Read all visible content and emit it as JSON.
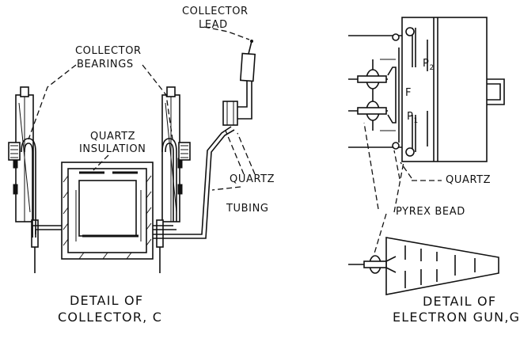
{
  "collector_detail": {
    "labels": {
      "collector_lead": [
        "COLLECTOR",
        "LEAD"
      ],
      "collector_bearings": [
        "COLLECTOR",
        "BEARINGS"
      ],
      "quartz_insulation": [
        "QUARTZ",
        "INSULATION"
      ],
      "quartz_tubing": [
        "QUARTZ",
        "TUBING"
      ]
    },
    "caption": [
      "DETAIL OF",
      "COLLECTOR, C"
    ]
  },
  "electron_gun_detail": {
    "labels": {
      "p2": "P",
      "p2_sub": "2",
      "f": "F",
      "p1": "P",
      "p1_sub": "1",
      "quartz": "QUARTZ",
      "pyrex_bead": "PYREX  BEAD"
    },
    "caption": [
      "DETAIL  OF",
      "ELECTRON GUN,G"
    ]
  }
}
